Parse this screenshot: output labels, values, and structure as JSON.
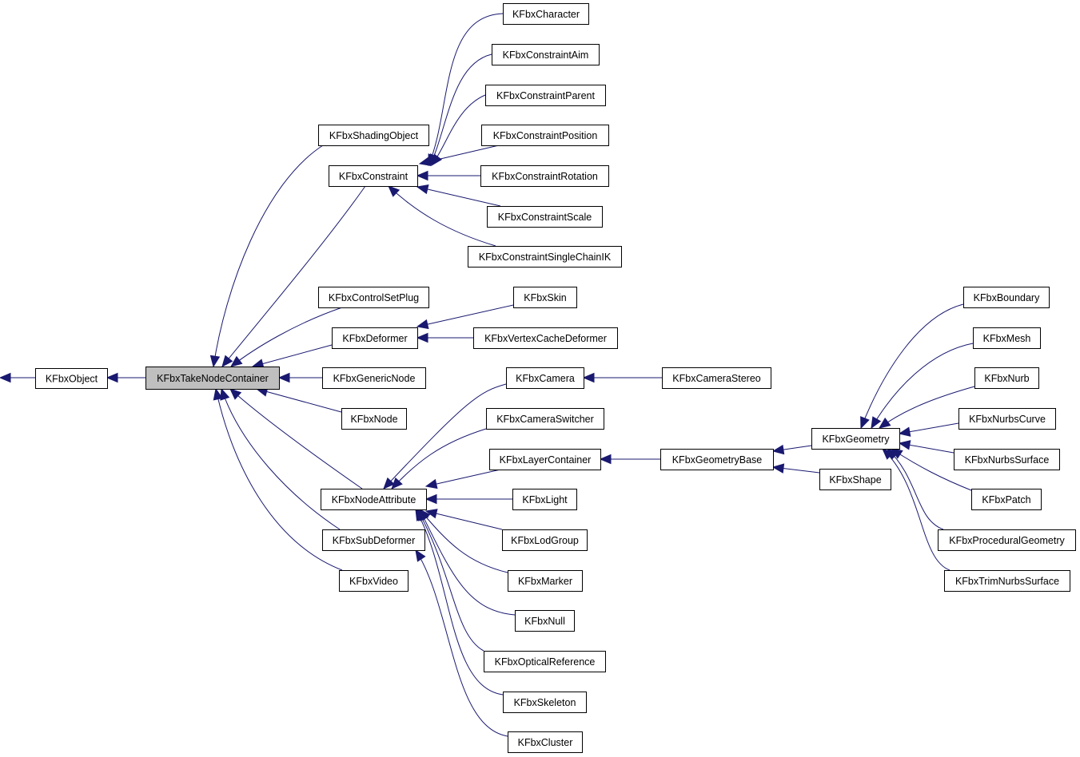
{
  "diagram": {
    "type": "class-inheritance-graph",
    "colors": {
      "edge": "#191970",
      "node_border": "#000000",
      "node_fill": "#ffffff",
      "highlight_fill": "#bfbfbf"
    },
    "nodes": [
      {
        "id": "KFbxObject",
        "label": "KFbxObject"
      },
      {
        "id": "KFbxTakeNodeContainer",
        "label": "KFbxTakeNodeContainer",
        "highlighted": true
      },
      {
        "id": "KFbxShadingObject",
        "label": "KFbxShadingObject"
      },
      {
        "id": "KFbxConstraint",
        "label": "KFbxConstraint"
      },
      {
        "id": "KFbxControlSetPlug",
        "label": "KFbxControlSetPlug"
      },
      {
        "id": "KFbxDeformer",
        "label": "KFbxDeformer"
      },
      {
        "id": "KFbxGenericNode",
        "label": "KFbxGenericNode"
      },
      {
        "id": "KFbxNode",
        "label": "KFbxNode"
      },
      {
        "id": "KFbxNodeAttribute",
        "label": "KFbxNodeAttribute"
      },
      {
        "id": "KFbxSubDeformer",
        "label": "KFbxSubDeformer"
      },
      {
        "id": "KFbxVideo",
        "label": "KFbxVideo"
      },
      {
        "id": "KFbxCharacter",
        "label": "KFbxCharacter"
      },
      {
        "id": "KFbxConstraintAim",
        "label": "KFbxConstraintAim"
      },
      {
        "id": "KFbxConstraintParent",
        "label": "KFbxConstraintParent"
      },
      {
        "id": "KFbxConstraintPosition",
        "label": "KFbxConstraintPosition"
      },
      {
        "id": "KFbxConstraintRotation",
        "label": "KFbxConstraintRotation"
      },
      {
        "id": "KFbxConstraintScale",
        "label": "KFbxConstraintScale"
      },
      {
        "id": "KFbxConstraintSingleChainIK",
        "label": "KFbxConstraintSingleChainIK"
      },
      {
        "id": "KFbxSkin",
        "label": "KFbxSkin"
      },
      {
        "id": "KFbxVertexCacheDeformer",
        "label": "KFbxVertexCacheDeformer"
      },
      {
        "id": "KFbxCamera",
        "label": "KFbxCamera"
      },
      {
        "id": "KFbxCameraSwitcher",
        "label": "KFbxCameraSwitcher"
      },
      {
        "id": "KFbxLayerContainer",
        "label": "KFbxLayerContainer"
      },
      {
        "id": "KFbxLight",
        "label": "KFbxLight"
      },
      {
        "id": "KFbxLodGroup",
        "label": "KFbxLodGroup"
      },
      {
        "id": "KFbxMarker",
        "label": "KFbxMarker"
      },
      {
        "id": "KFbxNull",
        "label": "KFbxNull"
      },
      {
        "id": "KFbxOpticalReference",
        "label": "KFbxOpticalReference"
      },
      {
        "id": "KFbxSkeleton",
        "label": "KFbxSkeleton"
      },
      {
        "id": "KFbxCluster",
        "label": "KFbxCluster"
      },
      {
        "id": "KFbxCameraStereo",
        "label": "KFbxCameraStereo"
      },
      {
        "id": "KFbxGeometryBase",
        "label": "KFbxGeometryBase"
      },
      {
        "id": "KFbxGeometry",
        "label": "KFbxGeometry"
      },
      {
        "id": "KFbxShape",
        "label": "KFbxShape"
      },
      {
        "id": "KFbxBoundary",
        "label": "KFbxBoundary"
      },
      {
        "id": "KFbxMesh",
        "label": "KFbxMesh"
      },
      {
        "id": "KFbxNurb",
        "label": "KFbxNurb"
      },
      {
        "id": "KFbxNurbsCurve",
        "label": "KFbxNurbsCurve"
      },
      {
        "id": "KFbxNurbsSurface",
        "label": "KFbxNurbsSurface"
      },
      {
        "id": "KFbxPatch",
        "label": "KFbxPatch"
      },
      {
        "id": "KFbxProceduralGeometry",
        "label": "KFbxProceduralGeometry"
      },
      {
        "id": "KFbxTrimNurbsSurface",
        "label": "KFbxTrimNurbsSurface"
      }
    ],
    "edges": [
      {
        "from": "KFbxTakeNodeContainer",
        "to": "KFbxObject"
      },
      {
        "from": "KFbxShadingObject",
        "to": "KFbxTakeNodeContainer"
      },
      {
        "from": "KFbxConstraint",
        "to": "KFbxTakeNodeContainer"
      },
      {
        "from": "KFbxControlSetPlug",
        "to": "KFbxTakeNodeContainer"
      },
      {
        "from": "KFbxDeformer",
        "to": "KFbxTakeNodeContainer"
      },
      {
        "from": "KFbxGenericNode",
        "to": "KFbxTakeNodeContainer"
      },
      {
        "from": "KFbxNode",
        "to": "KFbxTakeNodeContainer"
      },
      {
        "from": "KFbxNodeAttribute",
        "to": "KFbxTakeNodeContainer"
      },
      {
        "from": "KFbxSubDeformer",
        "to": "KFbxTakeNodeContainer"
      },
      {
        "from": "KFbxVideo",
        "to": "KFbxTakeNodeContainer"
      },
      {
        "from": "KFbxCharacter",
        "to": "KFbxConstraint"
      },
      {
        "from": "KFbxConstraintAim",
        "to": "KFbxConstraint"
      },
      {
        "from": "KFbxConstraintParent",
        "to": "KFbxConstraint"
      },
      {
        "from": "KFbxConstraintPosition",
        "to": "KFbxConstraint"
      },
      {
        "from": "KFbxConstraintRotation",
        "to": "KFbxConstraint"
      },
      {
        "from": "KFbxConstraintScale",
        "to": "KFbxConstraint"
      },
      {
        "from": "KFbxConstraintSingleChainIK",
        "to": "KFbxConstraint"
      },
      {
        "from": "KFbxSkin",
        "to": "KFbxDeformer"
      },
      {
        "from": "KFbxVertexCacheDeformer",
        "to": "KFbxDeformer"
      },
      {
        "from": "KFbxCamera",
        "to": "KFbxNodeAttribute"
      },
      {
        "from": "KFbxCameraSwitcher",
        "to": "KFbxNodeAttribute"
      },
      {
        "from": "KFbxLayerContainer",
        "to": "KFbxNodeAttribute"
      },
      {
        "from": "KFbxLight",
        "to": "KFbxNodeAttribute"
      },
      {
        "from": "KFbxLodGroup",
        "to": "KFbxNodeAttribute"
      },
      {
        "from": "KFbxMarker",
        "to": "KFbxNodeAttribute"
      },
      {
        "from": "KFbxNull",
        "to": "KFbxNodeAttribute"
      },
      {
        "from": "KFbxOpticalReference",
        "to": "KFbxNodeAttribute"
      },
      {
        "from": "KFbxSkeleton",
        "to": "KFbxNodeAttribute"
      },
      {
        "from": "KFbxCluster",
        "to": "KFbxSubDeformer"
      },
      {
        "from": "KFbxCameraStereo",
        "to": "KFbxCamera"
      },
      {
        "from": "KFbxGeometryBase",
        "to": "KFbxLayerContainer"
      },
      {
        "from": "KFbxGeometry",
        "to": "KFbxGeometryBase"
      },
      {
        "from": "KFbxShape",
        "to": "KFbxGeometryBase"
      },
      {
        "from": "KFbxBoundary",
        "to": "KFbxGeometry"
      },
      {
        "from": "KFbxMesh",
        "to": "KFbxGeometry"
      },
      {
        "from": "KFbxNurb",
        "to": "KFbxGeometry"
      },
      {
        "from": "KFbxNurbsCurve",
        "to": "KFbxGeometry"
      },
      {
        "from": "KFbxNurbsSurface",
        "to": "KFbxGeometry"
      },
      {
        "from": "KFbxPatch",
        "to": "KFbxGeometry"
      },
      {
        "from": "KFbxProceduralGeometry",
        "to": "KFbxGeometry"
      },
      {
        "from": "KFbxTrimNurbsSurface",
        "to": "KFbxGeometry"
      }
    ]
  }
}
